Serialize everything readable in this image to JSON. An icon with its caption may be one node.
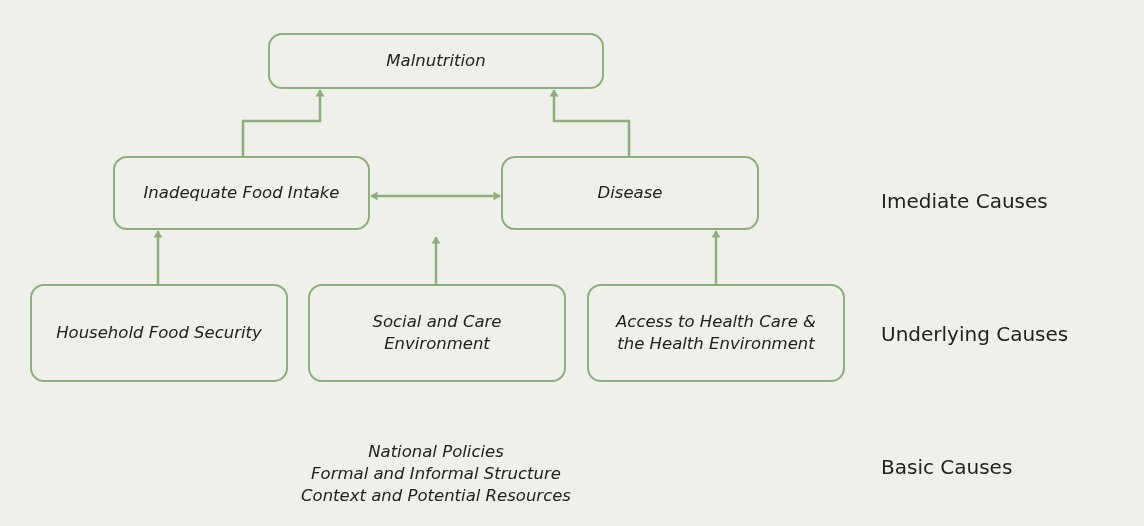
{
  "diagram": {
    "nodes": [
      {
        "text": [
          "Malnutrition"
        ]
      },
      {
        "text": [
          "Inadequate Food Intake"
        ]
      },
      {
        "text": [
          "Disease"
        ]
      },
      {
        "text": [
          "Household Food Security"
        ]
      },
      {
        "text": [
          "Social and Care Environment"
        ]
      },
      {
        "text": [
          "Access to Health Care & the Health Environment"
        ]
      }
    ],
    "edges": [
      {
        "from": 1,
        "to": 0,
        "arrow": "to"
      },
      {
        "from": 2,
        "to": 0,
        "arrow": "to"
      },
      {
        "from": 1,
        "to": 2,
        "arrow": "both"
      },
      {
        "from": 3,
        "to": 1,
        "arrow": "to"
      },
      {
        "from": 4,
        "to": null,
        "arrow": "to"
      },
      {
        "from": 5,
        "to": 2,
        "arrow": "to"
      }
    ],
    "labels": [
      "Imediate Causes",
      "Underlying Causes",
      "National Policies",
      "Formal and Informal Structure",
      "Context and Potential Resources",
      "Basic Causes"
    ]
  }
}
